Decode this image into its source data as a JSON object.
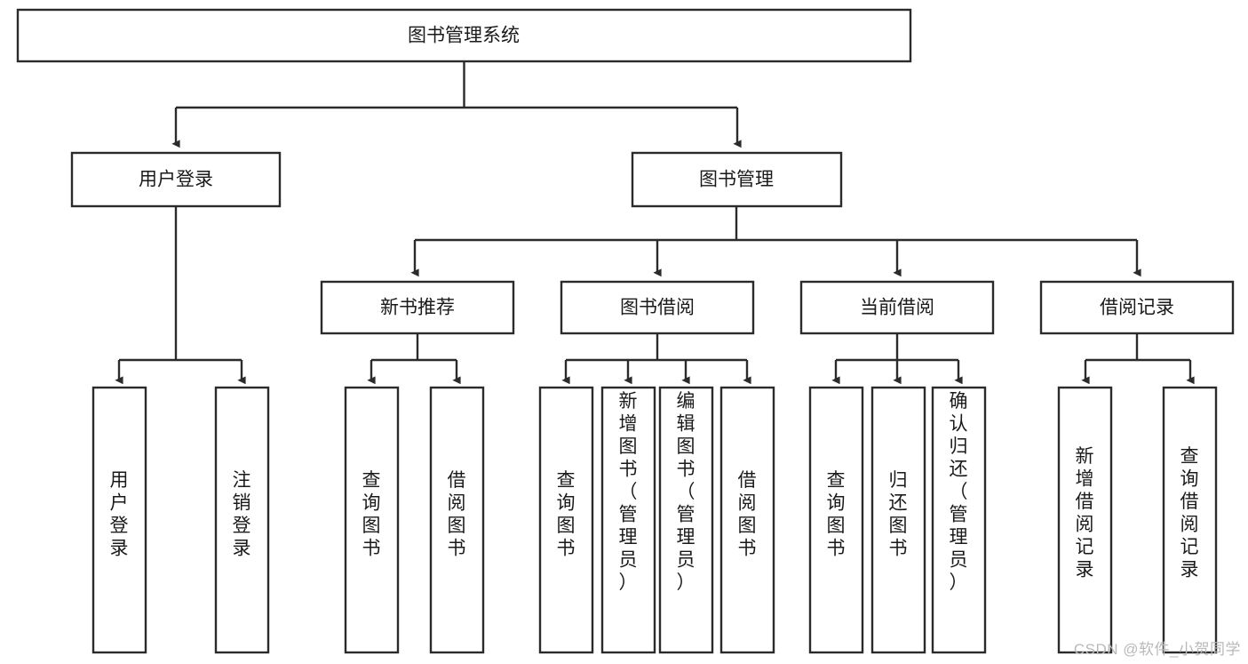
{
  "diagram": {
    "type": "tree",
    "title": "图书管理系统",
    "watermark": "CSDN @软件_小贺同学",
    "colors": {
      "stroke": "#2b2b2b",
      "fill": "#ffffff",
      "text": "#1a1a1a",
      "watermark": "#b9b9b9"
    },
    "root": {
      "id": "root",
      "label": "图书管理系统"
    },
    "level2": [
      {
        "id": "user-login",
        "label": "用户登录"
      },
      {
        "id": "book-manage",
        "label": "图书管理"
      }
    ],
    "level3": [
      {
        "id": "new-book-recommend",
        "label": "新书推荐",
        "parent": "book-manage"
      },
      {
        "id": "book-borrow",
        "label": "图书借阅",
        "parent": "book-manage"
      },
      {
        "id": "current-borrow",
        "label": "当前借阅",
        "parent": "book-manage"
      },
      {
        "id": "borrow-record",
        "label": "借阅记录",
        "parent": "book-manage"
      }
    ],
    "leaves": {
      "user-login": [
        {
          "id": "leaf-user-login",
          "label": "用户登录"
        },
        {
          "id": "leaf-logout-login",
          "label": "注销登录"
        }
      ],
      "new-book-recommend": [
        {
          "id": "leaf-query-book-1",
          "label": "查询图书"
        },
        {
          "id": "leaf-borrow-book-1",
          "label": "借阅图书"
        }
      ],
      "book-borrow": [
        {
          "id": "leaf-query-book-2",
          "label": "查询图书"
        },
        {
          "id": "leaf-add-book-admin",
          "label": "新增图书（管理员）"
        },
        {
          "id": "leaf-edit-book-admin",
          "label": "编辑图书（管理员）"
        },
        {
          "id": "leaf-borrow-book-2",
          "label": "借阅图书"
        }
      ],
      "current-borrow": [
        {
          "id": "leaf-query-book-3",
          "label": "查询图书"
        },
        {
          "id": "leaf-return-book",
          "label": "归还图书"
        },
        {
          "id": "leaf-confirm-return-admin",
          "label": "确认归还（管理员）"
        }
      ],
      "borrow-record": [
        {
          "id": "leaf-add-borrow-record",
          "label": "新增借阅记录"
        },
        {
          "id": "leaf-query-borrow-record",
          "label": "查询借阅记录"
        }
      ]
    }
  }
}
